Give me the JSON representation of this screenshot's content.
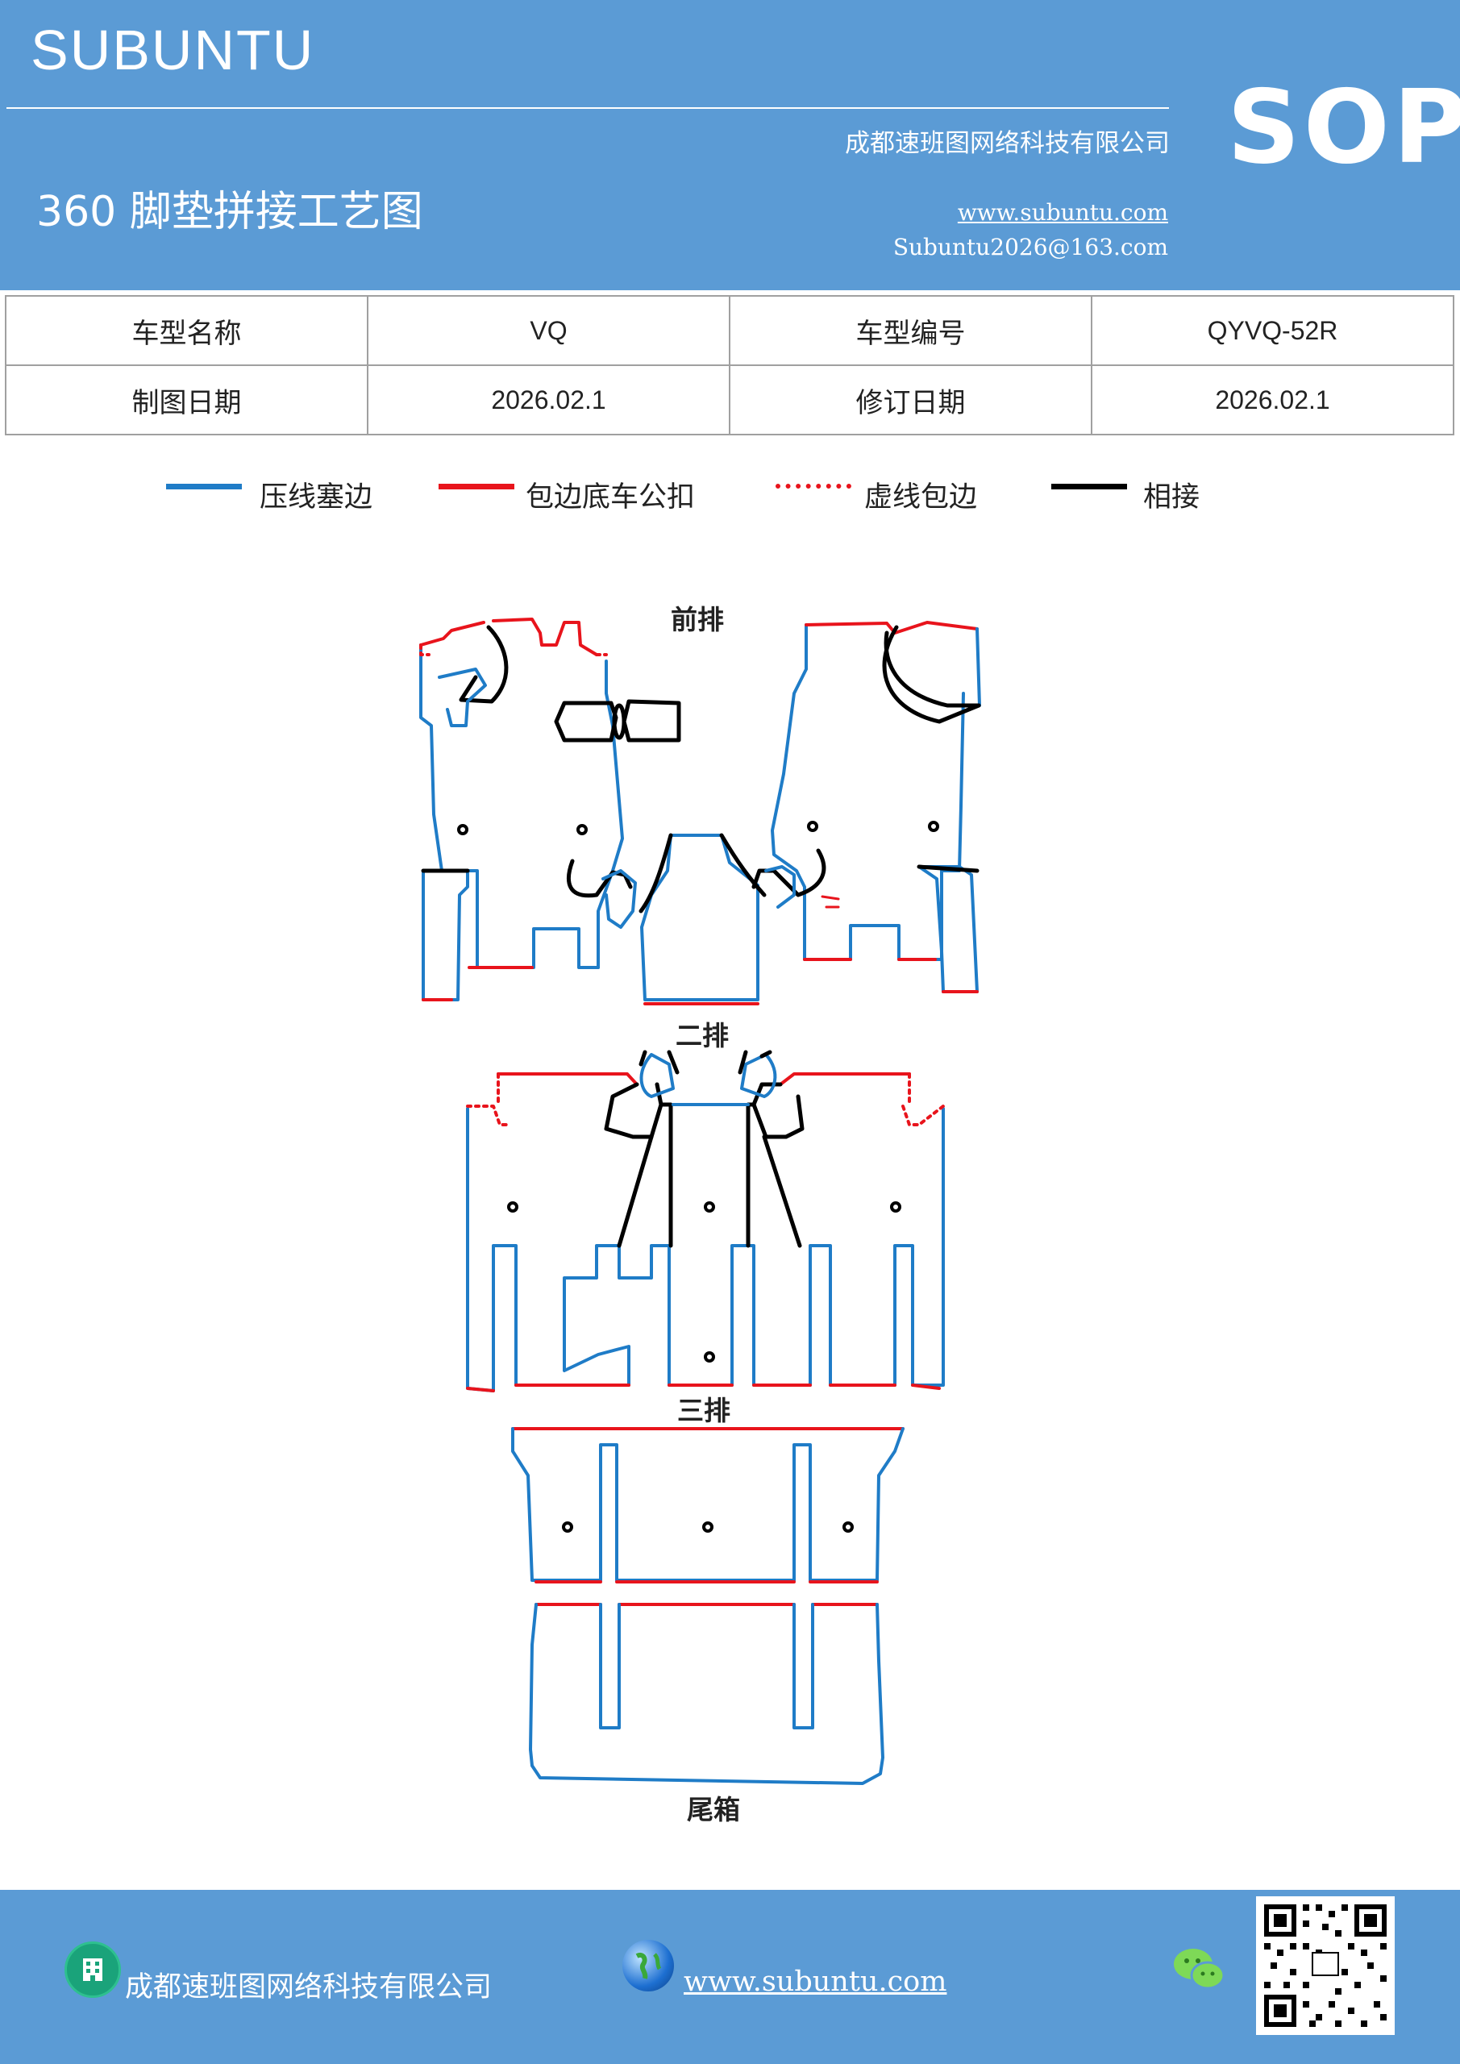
{
  "header": {
    "brand": "SUBUNTU",
    "badge": "SOP",
    "company": "成都速班图网络科技有限公司",
    "doc_title": "360 脚垫拼接工艺图",
    "website": "www.subuntu.com",
    "email": "Subuntu2026@163.com"
  },
  "info": {
    "model_name_label": "车型名称",
    "model_name": "VQ",
    "model_code_label": "车型编号",
    "model_code": "QYVQ-52R",
    "draw_date_label": "制图日期",
    "draw_date": "2026.02.1",
    "revise_date_label": "修订日期",
    "revise_date": "2026.02.1"
  },
  "legend": [
    {
      "label": "压线塞边",
      "color": "#1f7cc7",
      "style": "solid"
    },
    {
      "label": "包边底车公扣",
      "color": "#e8141c",
      "style": "solid"
    },
    {
      "label": "虚线包边",
      "color": "#e8141c",
      "style": "dotted"
    },
    {
      "label": "相接",
      "color": "#000000",
      "style": "solid"
    }
  ],
  "diagram": {
    "front_row": "前排",
    "second_row": "二排",
    "third_row": "三排",
    "trunk": "尾箱"
  },
  "footer": {
    "company": "成都速班图网络科技有限公司",
    "website": "www.subuntu.com",
    "company_icon": "building-icon",
    "web_icon": "globe-icon",
    "chat_icon": "wechat-icon",
    "qr": "qr-code"
  },
  "colors": {
    "header_bg": "#5b9bd5",
    "blue_line": "#1f7cc7",
    "red_line": "#e8141c"
  }
}
